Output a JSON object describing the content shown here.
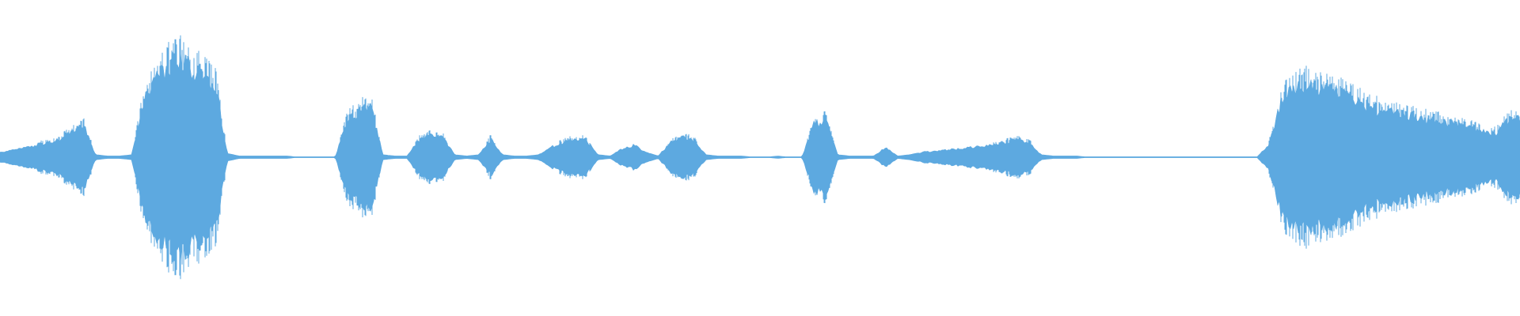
{
  "waveform": {
    "color": "#5DA9E0",
    "background": "#ffffff",
    "amplitude_envelope": [
      0.04,
      0.06,
      0.08,
      0.1,
      0.12,
      0.15,
      0.2,
      0.26,
      0.02,
      0.01,
      0.01,
      0.02,
      0.45,
      0.62,
      0.75,
      0.82,
      0.75,
      0.66,
      0.6,
      0.03,
      0.01,
      0.01,
      0.01,
      0.01,
      0.01,
      0.0,
      0.0,
      0.0,
      0.0,
      0.3,
      0.38,
      0.42,
      0.02,
      0.01,
      0.01,
      0.14,
      0.18,
      0.16,
      0.02,
      0.01,
      0.02,
      0.15,
      0.02,
      0.01,
      0.01,
      0.02,
      0.08,
      0.12,
      0.15,
      0.14,
      0.02,
      0.01,
      0.07,
      0.1,
      0.04,
      0.01,
      0.12,
      0.16,
      0.14,
      0.02,
      0.01,
      0.01,
      0.01,
      0.0,
      0.0,
      0.01,
      0.0,
      0.0,
      0.28,
      0.3,
      0.02,
      0.01,
      0.01,
      0.01,
      0.08,
      0.01,
      0.02,
      0.04,
      0.05,
      0.06,
      0.07,
      0.08,
      0.09,
      0.1,
      0.12,
      0.14,
      0.12,
      0.02,
      0.01,
      0.01,
      0.01,
      0.0,
      0.0,
      0.0,
      0.0,
      0.0,
      0.0,
      0.0,
      0.0,
      0.0,
      0.0,
      0.0,
      0.0,
      0.0,
      0.0,
      0.0,
      0.1,
      0.45,
      0.58,
      0.6,
      0.58,
      0.55,
      0.52,
      0.48,
      0.44,
      0.4,
      0.37,
      0.35,
      0.34,
      0.32,
      0.3,
      0.28,
      0.26,
      0.24,
      0.22,
      0.2,
      0.3,
      0.32
    ]
  }
}
